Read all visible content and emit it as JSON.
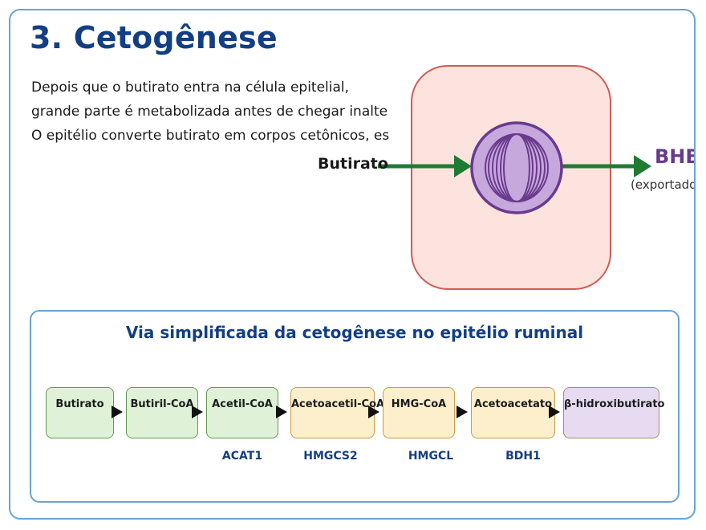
{
  "title": "3. Cetogênese",
  "intro": [
    "Depois que o butirato entra na célula epitelial,",
    "grande parte é metabolizada antes de chegar inalte",
    "O epitélio converte butirato em corpos cetônicos, es"
  ],
  "cell_diagram": {
    "input_label": "Butirato",
    "output_label": "BHB",
    "output_note": "(exportado a"
  },
  "pathway": {
    "title": "Via simplificada da cetogênese no epitélio ruminal",
    "steps": [
      {
        "label": "Butirato",
        "color": "#dff2d8"
      },
      {
        "label": "Butiril-CoA",
        "color": "#dff2d8"
      },
      {
        "label": "Acetil-CoA",
        "color": "#dff2d8"
      },
      {
        "label": "Acetoacetil-CoA",
        "color": "#fdefcb"
      },
      {
        "label": "HMG-CoA",
        "color": "#fdefcb"
      },
      {
        "label": "Acetoacetato",
        "color": "#fdefcb"
      },
      {
        "label": "β-hidroxibutirato",
        "color": "#e7dbf2"
      }
    ],
    "enzymes": [
      "ACAT1",
      "HMGCS2",
      "HMGCL",
      "BDH1"
    ]
  },
  "colors": {
    "heading": "#133e85",
    "frame_border": "#6aa3d4",
    "cell_fill": "#fde3dd",
    "cell_border": "#cf5b54",
    "arrow": "#1e7b32",
    "nucleus": "#c6a8dd",
    "nucleus_border": "#6a3a8e",
    "bhb": "#6a3a8e"
  }
}
